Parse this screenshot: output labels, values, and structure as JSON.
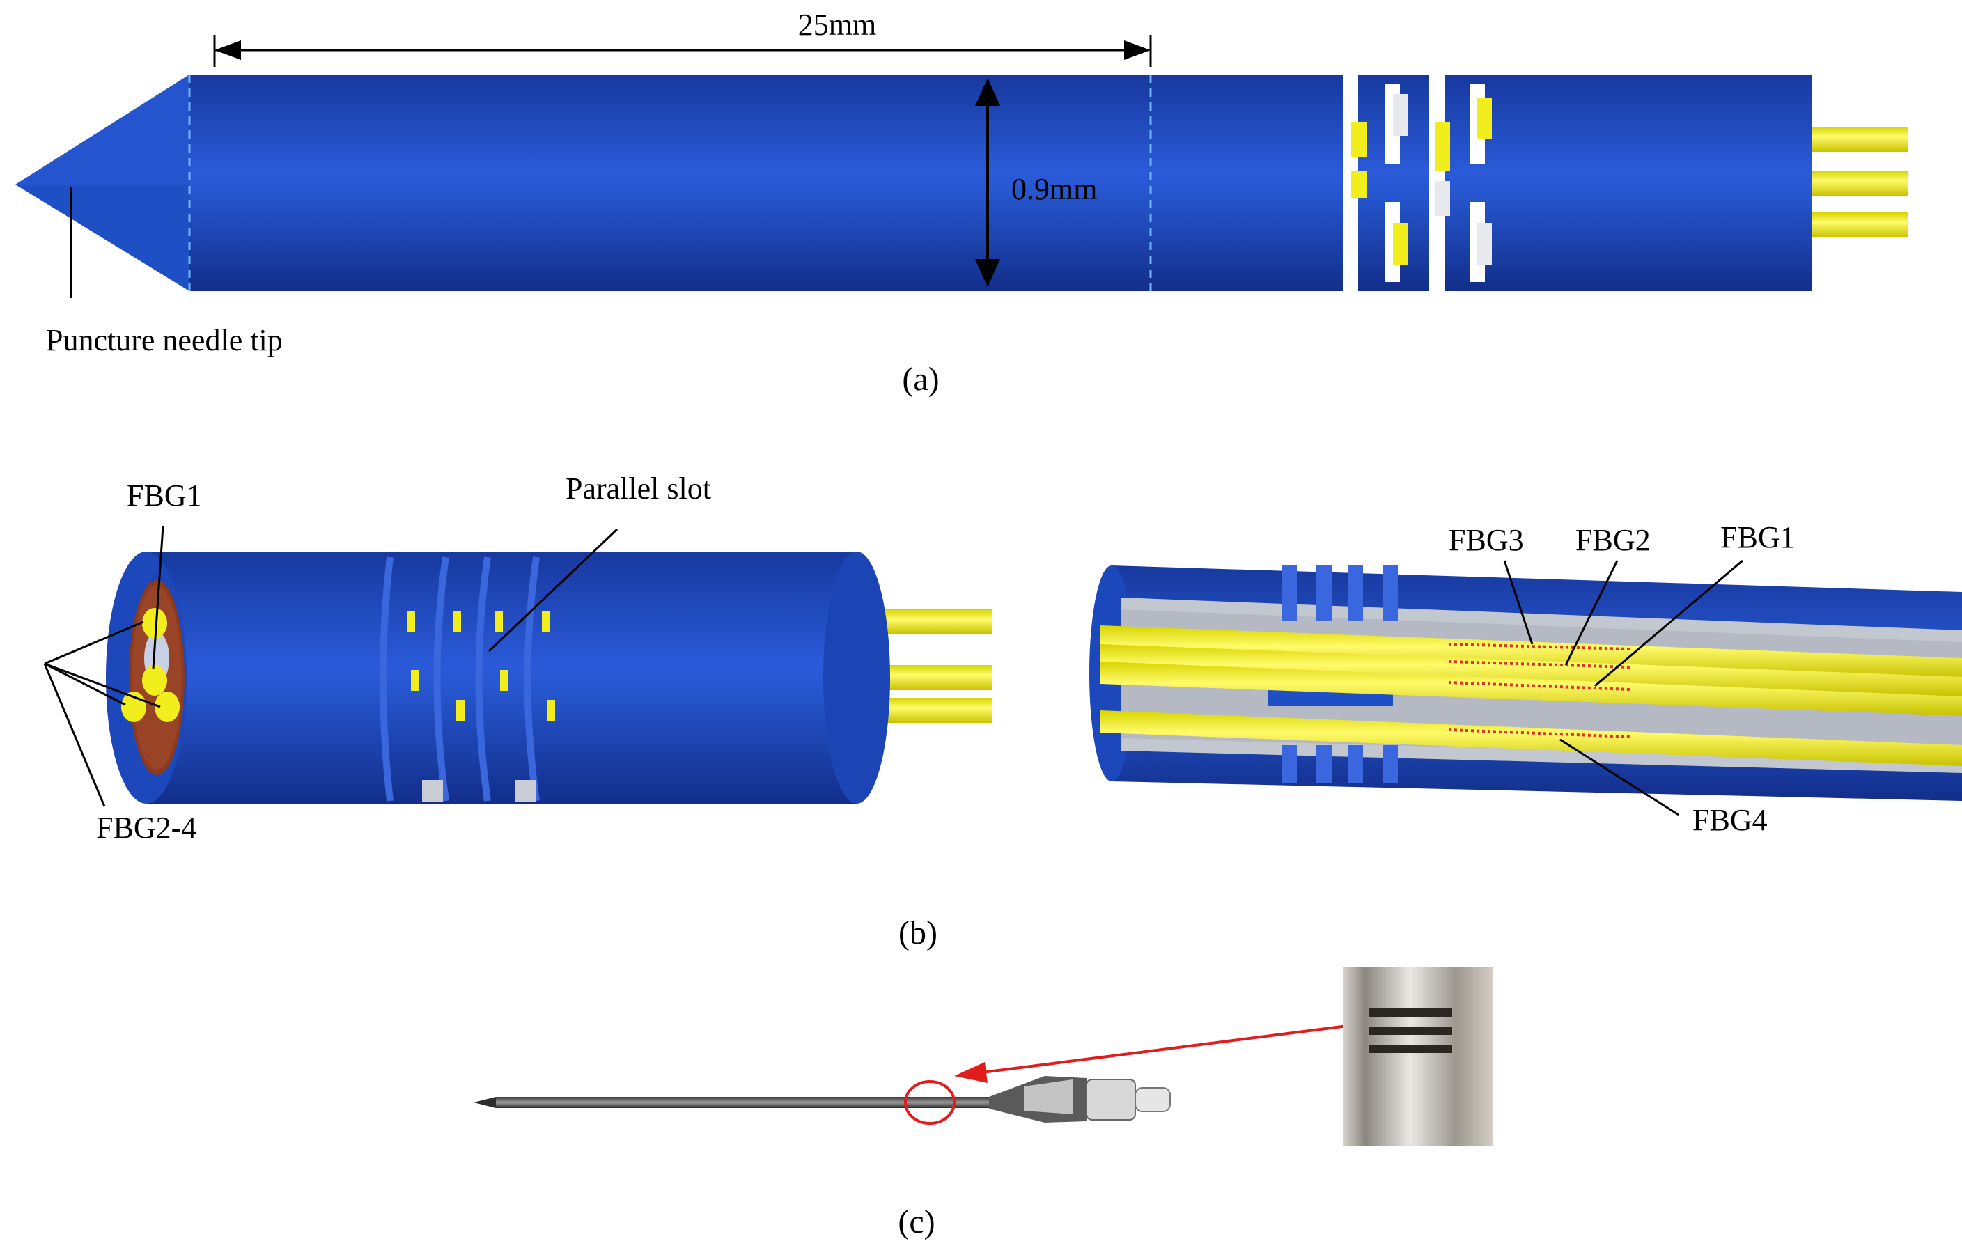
{
  "panel_a": {
    "caption": "(a)",
    "length_label": "25mm",
    "diameter_label": "0.9mm",
    "tip_label": "Puncture needle tip"
  },
  "panel_b": {
    "caption": "(b)",
    "left": {
      "fbg1_label": "FBG1",
      "fbg24_label": "FBG2-4",
      "slot_label": "Parallel slot"
    },
    "right": {
      "fbg3_label": "FBG3",
      "fbg2_label": "FBG2",
      "fbg1_label": "FBG1",
      "fbg4_label": "FBG4"
    }
  },
  "panel_c": {
    "caption": "(c)"
  },
  "colors": {
    "needle_blue": "#1e4fc4",
    "needle_blue_dark": "#12339a",
    "fiber_yellow": "#f2ee1e",
    "grating_red": "#e0302a",
    "slot_gray": "#c9ccd4",
    "arrow_red": "#e01c1c"
  }
}
